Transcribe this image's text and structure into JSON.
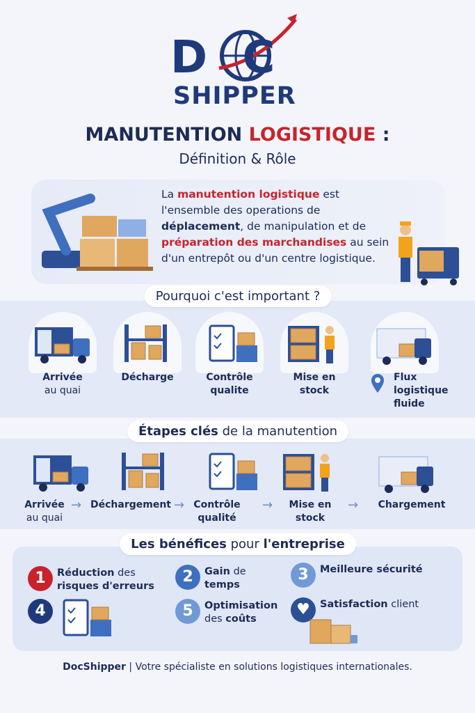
{
  "logo": {
    "text_top": "DOC",
    "text_bottom": "SHIPPER",
    "colors": {
      "navy": "#1f3a7a",
      "red": "#c8232c"
    }
  },
  "title": {
    "part1": "MANUTENTION",
    "part2": "LOGISTIQUE",
    "part3": " :",
    "subtitle": "Définition & Rôle"
  },
  "intro": {
    "t1": "La ",
    "t2": "manutention logistique",
    "t3": " est l'ensemble des operations de ",
    "t4": "déplacement",
    "t5": ", de manipulation et de ",
    "t6": "préparation des marchandises",
    "t7": " au sein d'un entrepôt ou d'un centre logistique."
  },
  "why": {
    "heading": "Pourquoi c'est important ?",
    "items": [
      {
        "bold": "Arrivée",
        "rest": "au quai",
        "icon": "truck-icon"
      },
      {
        "bold": "Décharge",
        "rest": "",
        "icon": "shelf-icon"
      },
      {
        "bold": "Contrôle",
        "rest": "qualite",
        "icon": "clipboard-icon"
      },
      {
        "bold": "Mise en",
        "rest": "stock",
        "icon": "worker-icon"
      },
      {
        "bold": "Flux",
        "rest": "logistique fluide",
        "icon": "location-pin-icon"
      }
    ]
  },
  "steps": {
    "heading_bold": "Étapes clés",
    "heading_rest": " de la manutention",
    "items": [
      {
        "bold": "Arrivée",
        "rest": "au quai"
      },
      {
        "bold": "Déchargement",
        "rest": ""
      },
      {
        "bold": "Contrôle",
        "rest": "qualité"
      },
      {
        "bold": "Mise en",
        "rest": "stock"
      },
      {
        "bold": "Chargement",
        "rest": ""
      }
    ]
  },
  "benefits": {
    "h1": "Les bénéfices",
    "h2": " pour ",
    "h3": "l'entreprise",
    "items": [
      {
        "num": "1",
        "bold": "Réduction",
        "rest": " des",
        "line2": "risques d'erreurs",
        "color": "#c8232c"
      },
      {
        "num": "2",
        "bold": "Gain",
        "rest": " de",
        "line2": "temps",
        "color": "#3f6fbf"
      },
      {
        "num": "3",
        "bold": "Meilleure sécurité",
        "rest": "",
        "line2": "",
        "color": "#6f9ad6"
      },
      {
        "num": "4",
        "bold": "",
        "rest": "",
        "line2": "",
        "color": "#1f3a7a"
      },
      {
        "num": "5",
        "bold": "Optimisation",
        "rest": "",
        "line2a": "des ",
        "line2b": "coûts",
        "color": "#6f9ad6"
      },
      {
        "num": "♥",
        "bold": "Satisfaction",
        "rest": " client",
        "line2": "",
        "color": "#2c4f96"
      }
    ]
  },
  "footer": {
    "brand": "DocShipper",
    "sep": " | ",
    "text": "Votre spécialiste en solutions logistiques internationales."
  }
}
